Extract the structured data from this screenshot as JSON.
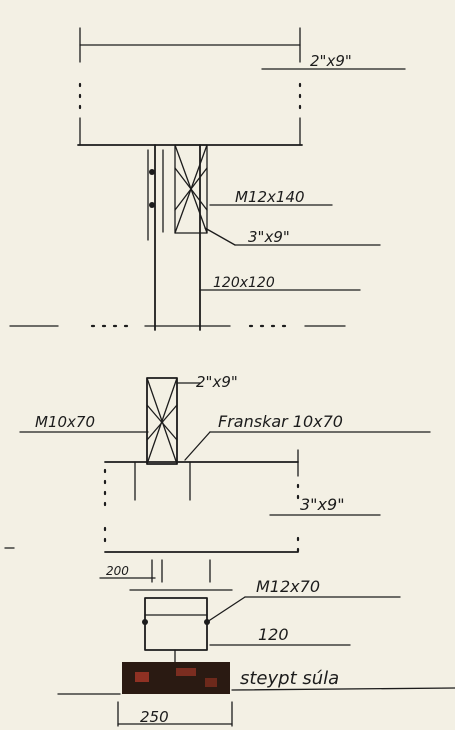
{
  "labels": {
    "top_beam": "2\"x9\"",
    "bolt_top": "M12x140",
    "side_plank": "3\"x9\"",
    "post": "120x120",
    "middle_beam": "2\"x9\"",
    "bolt_middle": "M10x70",
    "shear_connector": "Franskar 10x70",
    "beam_3x9": "3\"x9\"",
    "dim_200": "200",
    "bolt_bottom": "M12x70",
    "post_120": "120",
    "footing": "steypt súla",
    "dim_250": "250"
  },
  "colors": {
    "ink": "#1c1c1c",
    "paper": "#f3f0e4",
    "footing_fill": "#2a1a12",
    "footing_speck": "#b23a2a"
  }
}
